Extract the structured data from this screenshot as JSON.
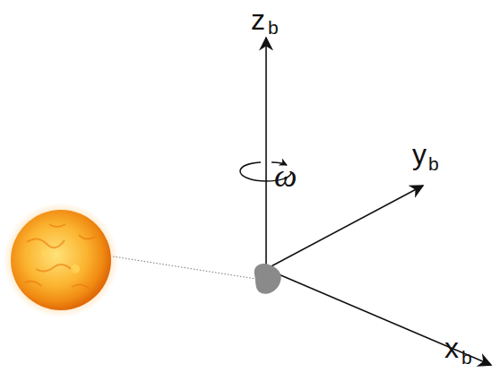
{
  "diagram": {
    "labels": [
      "z",
      "b",
      "ω",
      "y",
      "b",
      "x",
      "b"
    ]
  }
}
